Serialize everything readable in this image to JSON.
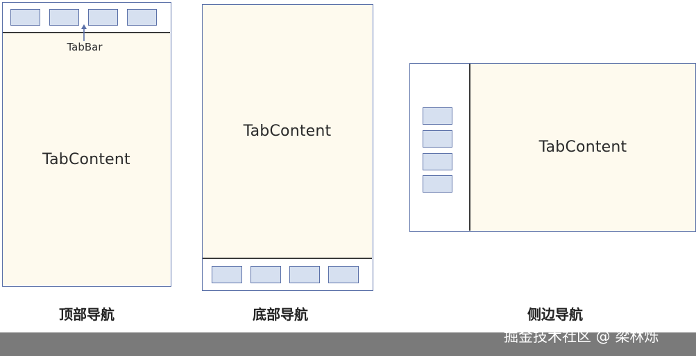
{
  "diagrams": [
    {
      "caption": "顶部导航",
      "content_label": "TabContent",
      "bar_annotation": "TabBar",
      "tab_count": 4
    },
    {
      "caption": "底部导航",
      "content_label": "TabContent",
      "tab_count": 4
    },
    {
      "caption": "侧边导航",
      "content_label": "TabContent",
      "tab_count": 4
    }
  ],
  "colors": {
    "frame_border": "#5a70a8",
    "tab_fill": "#d6e0f0",
    "content_fill": "#fefaee",
    "footer_band": "#7a7a7a"
  },
  "watermark": "掘金技术社区 @ 梁林烁"
}
